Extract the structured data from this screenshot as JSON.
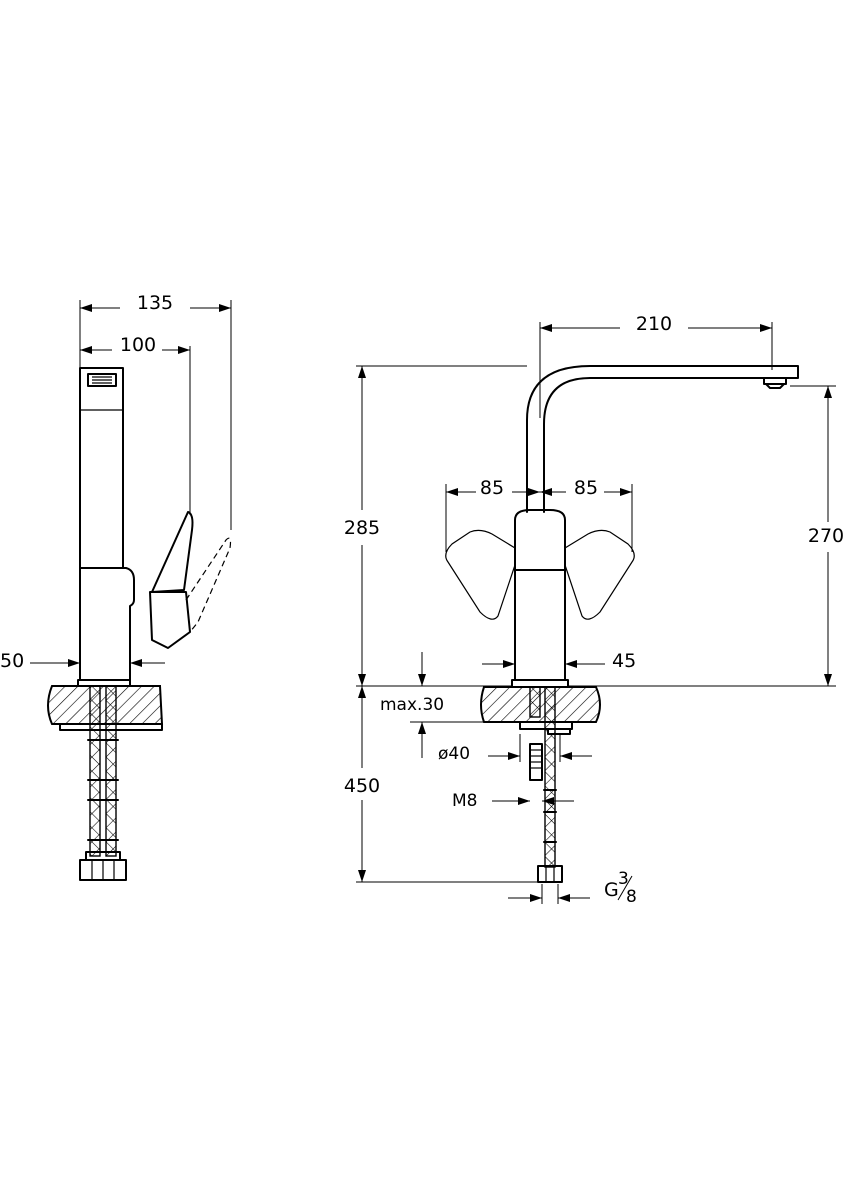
{
  "dimensions": {
    "side_total_depth": "135",
    "side_spout_depth": "100",
    "side_handle_offset": "50",
    "front_spout_reach": "210",
    "front_total_height": "285",
    "front_outlet_height": "270",
    "front_handle_left": "85",
    "front_handle_right": "85",
    "front_body_width": "45",
    "max_counter_thickness": "max.30",
    "hole_diameter": "ø40",
    "stud_thread": "M8",
    "hose_length": "450",
    "connection_base": "G",
    "connection_num": "3",
    "connection_den": "8"
  }
}
